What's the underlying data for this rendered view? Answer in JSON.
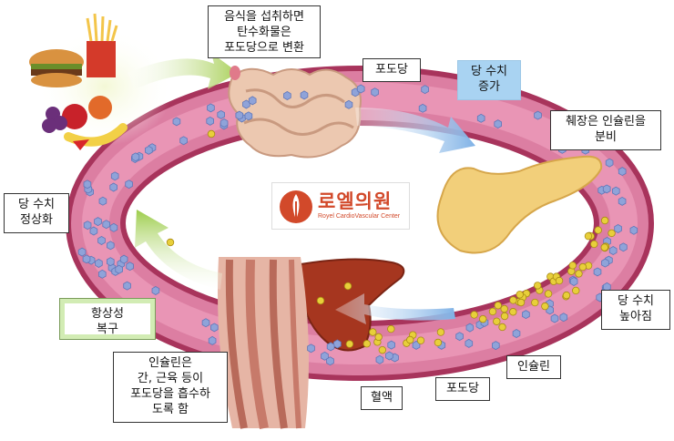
{
  "labels": {
    "eating": "음식을 섭취하면\n탄수화물은\n포도당으로 변환",
    "glucose_top": "포도당",
    "sugar_rise": "당 수치\n증가",
    "pancreas": "췌장은 인슐린을\n분비",
    "sugar_normal": "당 수치\n정상화",
    "homeostasis": "항상성\n복구",
    "sugar_high": "당 수치\n높아짐",
    "insulin_absorb": "인슐린은\n간, 근육 등이\n포도당을 흡수하\n도록 함",
    "insulin": "인슐린",
    "glucose_bottom": "포도당",
    "blood": "혈액"
  },
  "logo": {
    "title": "로엘의원",
    "subtitle": "Royel CardioVascular Center"
  },
  "colors": {
    "vessel_outer": "#b8476d",
    "vessel_inner": "#dc7ea2",
    "glucose_dot": "#8fa3d9",
    "insulin_dot": "#e8cf3a",
    "green_arrow": "#a9d05a",
    "blue_arrow": "#8bbbe8",
    "pancreas": "#f2cf7a",
    "liver": "#a6361f",
    "intestine": "#ecc8b0",
    "muscle": "#c77a6a",
    "logo_red": "#d2492a"
  }
}
